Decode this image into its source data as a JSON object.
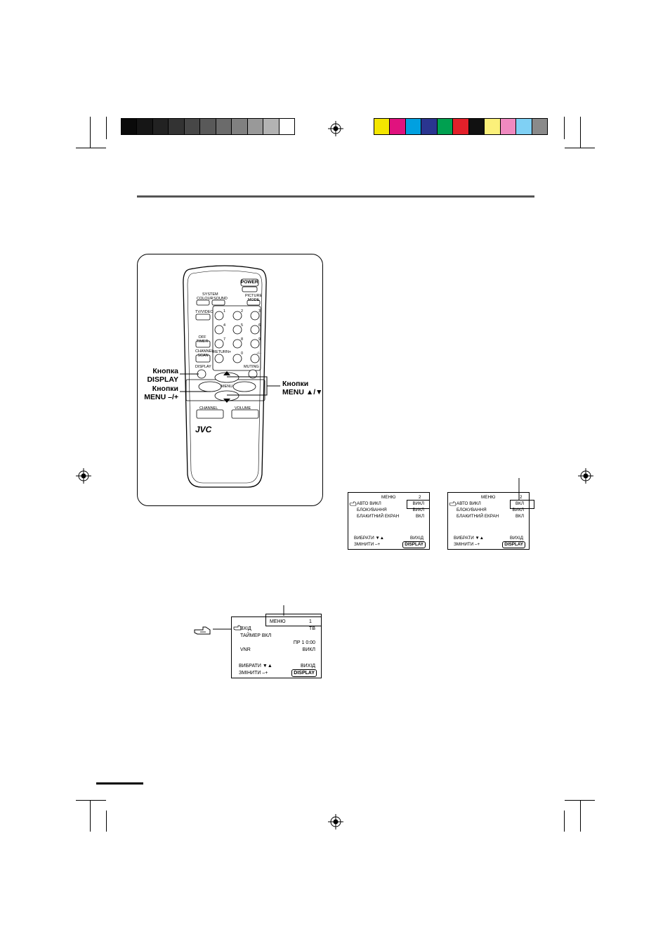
{
  "labels": {
    "display_key": [
      "Кнопка",
      "DISPLAY"
    ],
    "menu_minus_plus": [
      "Кнопки",
      "MENU –/+"
    ],
    "menu_up_down": [
      "Кнопки",
      "MENU ▲/▼"
    ]
  },
  "remote": {
    "power": "POWER",
    "system": "SYSTEM",
    "colour": "COLOUR",
    "sound": "SOUND",
    "picture_mode": "PICTURE MODE",
    "tv_video": "TV/VIDEO",
    "off_timer": "OFF TIMER",
    "channel_scan": "CHANNEL SCAN",
    "return_plus": "RETURN+",
    "display": "DISPLAY",
    "muting": "MUTING",
    "menu": "MENU",
    "channel": "CHANNEL",
    "volume": "VOLUME",
    "brand": "JVC",
    "digits": [
      "1",
      "2",
      "3",
      "4",
      "5",
      "6",
      "7",
      "8",
      "9",
      "0",
      "-/--"
    ]
  },
  "osd_menu1": {
    "title": "МЕНЮ",
    "page": "1",
    "rows": [
      {
        "label": "ВХІД",
        "value": "ТВ"
      },
      {
        "label": "ТАЙМЕР ВКЛ",
        "value": ""
      },
      {
        "label": "",
        "value": "ПР 1   0:00"
      },
      {
        "label": "VNR",
        "value": "ВИКЛ"
      }
    ],
    "select": "ВИБРАТИ",
    "select_arrows": "▼▲",
    "change": "ЗМІНИТИ",
    "change_keys": "–+",
    "exit": "ВИХІД",
    "display": "DISPLAY"
  },
  "osd_menu2_off": {
    "title": "МЕНЮ",
    "page": "2",
    "rows": [
      {
        "label": "АВТО ВИКЛ",
        "value": "ВИКЛ"
      },
      {
        "label": "БЛОКУВАННЯ",
        "value": "ВИКЛ"
      },
      {
        "label": "БЛАКИТНИЙ ЕКРАН",
        "value": "ВКЛ"
      }
    ],
    "select": "ВИБРАТИ",
    "select_arrows": "▼▲",
    "change": "ЗМІНИТИ",
    "change_keys": "–+",
    "exit": "ВИХІД",
    "display": "DISPLAY"
  },
  "osd_menu2_on": {
    "title": "МЕНЮ",
    "page": "2",
    "rows": [
      {
        "label": "АВТО ВИКЛ",
        "value": "ВКЛ"
      },
      {
        "label": "БЛОКУВАННЯ",
        "value": "ВИКЛ"
      },
      {
        "label": "БЛАКИТНИЙ ЕКРАН",
        "value": "ВКЛ"
      }
    ],
    "select": "ВИБРАТИ",
    "select_arrows": "▼▲",
    "change": "ЗМІНИТИ",
    "change_keys": "–+",
    "exit": "ВИХІД",
    "display": "DISPLAY"
  },
  "colors": {
    "grayscale": [
      "#0a0a0a",
      "#161616",
      "#222222",
      "#333333",
      "#474747",
      "#595959",
      "#6b6b6b",
      "#808080",
      "#999999",
      "#b3b3b3",
      "#ffffff"
    ],
    "process": [
      "#f4e600",
      "#e0127e",
      "#00a0e0",
      "#2a3590",
      "#00a050",
      "#e3202a",
      "#111111",
      "#fbf07a",
      "#f08ac0",
      "#7fd0f4",
      "#8a8a8a"
    ]
  }
}
